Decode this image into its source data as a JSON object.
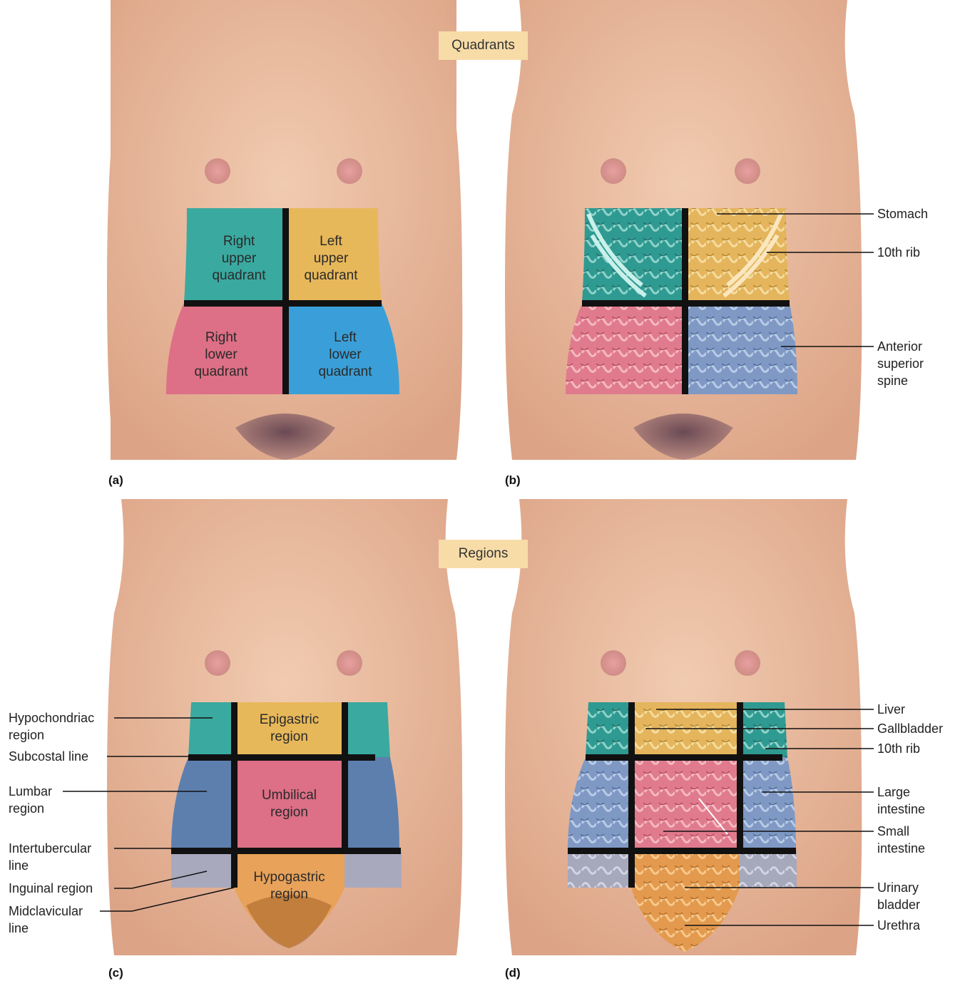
{
  "banners": {
    "top": "Quadrants",
    "bottom": "Regions"
  },
  "panels": {
    "a": "(a)",
    "b": "(b)",
    "c": "(c)",
    "d": "(d)"
  },
  "quadrants": {
    "ruq": "Right\nupper\nquadrant",
    "luq": "Left\nupper\nquadrant",
    "rlq": "Right\nlower\nquadrant",
    "llq": "Left\nlower\nquadrant"
  },
  "panel_b_labels": {
    "stomach": "Stomach",
    "rib": "10th rib",
    "spine": "Anterior\nsuperior\nspine"
  },
  "regions": {
    "epigastric": "Epigastric\nregion",
    "umbilical": "Umbilical\nregion",
    "hypogastric": "Hypogastric\nregion"
  },
  "panel_c_labels": {
    "hypochondriac": "Hypochondriac\nregion",
    "subcostal": "Subcostal line",
    "lumbar": "Lumbar\nregion",
    "intertubercular": "Intertubercular\nline",
    "inguinal": "Inguinal region",
    "midclavicular": "Midclavicular\nline"
  },
  "panel_d_labels": {
    "liver": "Liver",
    "gallbladder": "Gallbladder",
    "rib": "10th rib",
    "large_intestine": "Large\nintestine",
    "small_intestine": "Small\nintestine",
    "bladder": "Urinary\nbladder",
    "urethra": "Urethra"
  },
  "colors": {
    "skin": "#e9bb9c",
    "skin_shade": "#d9a283",
    "teal": "#3aa9a0",
    "gold": "#e7b85a",
    "pink": "#dd6f86",
    "blue": "#3a9fd8",
    "slate": "#5d7fae",
    "grey": "#a9a9bd",
    "orange": "#e8a25a",
    "banner": "#f8dca8"
  }
}
